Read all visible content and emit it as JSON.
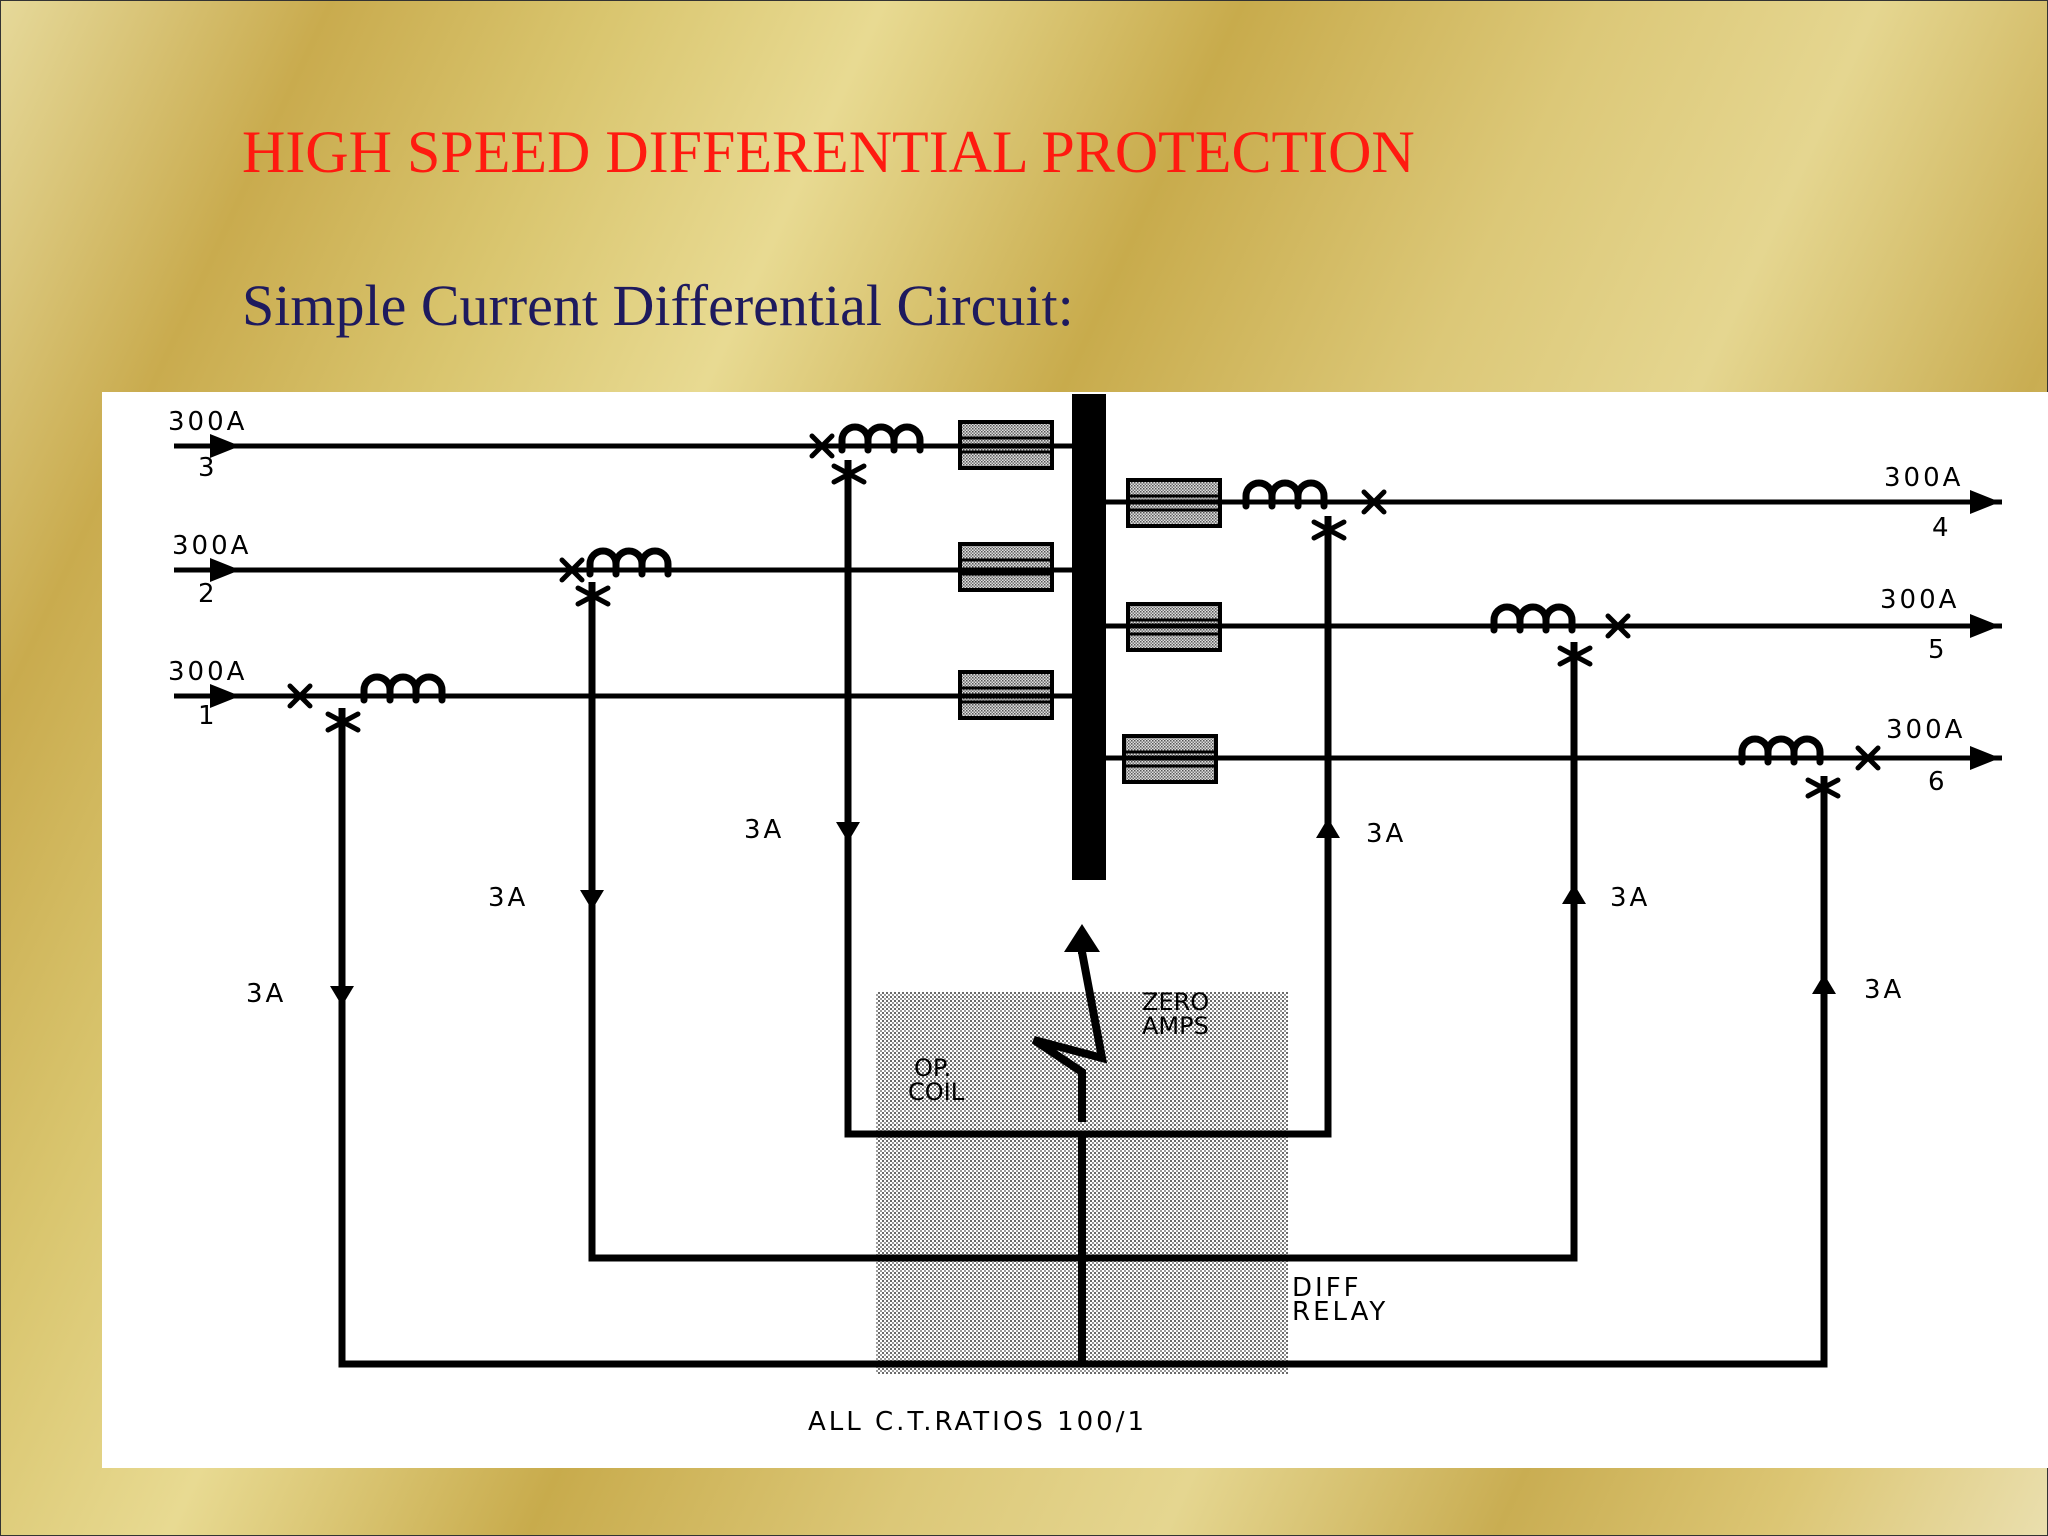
{
  "slide": {
    "title": "HIGH SPEED DIFFERENTIAL PROTECTION",
    "subtitle": "Simple Current Differential Circuit:",
    "title_color": "#ff1a10",
    "subtitle_color": "#1e1a5e"
  },
  "diagram": {
    "incoming_feeders": [
      {
        "number": "3",
        "current": "300A"
      },
      {
        "number": "2",
        "current": "300A"
      },
      {
        "number": "1",
        "current": "300A"
      }
    ],
    "outgoing_feeders": [
      {
        "number": "4",
        "current": "300A"
      },
      {
        "number": "5",
        "current": "300A"
      },
      {
        "number": "6",
        "current": "300A"
      }
    ],
    "secondary_currents": {
      "feeder1": "3A",
      "feeder2": "3A",
      "feeder3": "3A",
      "feeder4": "3A",
      "feeder5": "3A",
      "feeder6": "3A"
    },
    "relay_zero_label_line1": "ZERO",
    "relay_zero_label_line2": "AMPS",
    "relay_coil_label_line1": "OP.",
    "relay_coil_label_line2": "COIL",
    "relay_name_line1": "DIFF",
    "relay_name_line2": "RELAY",
    "ct_ratio_note": "ALL C.T.RATIOS 100/1"
  }
}
